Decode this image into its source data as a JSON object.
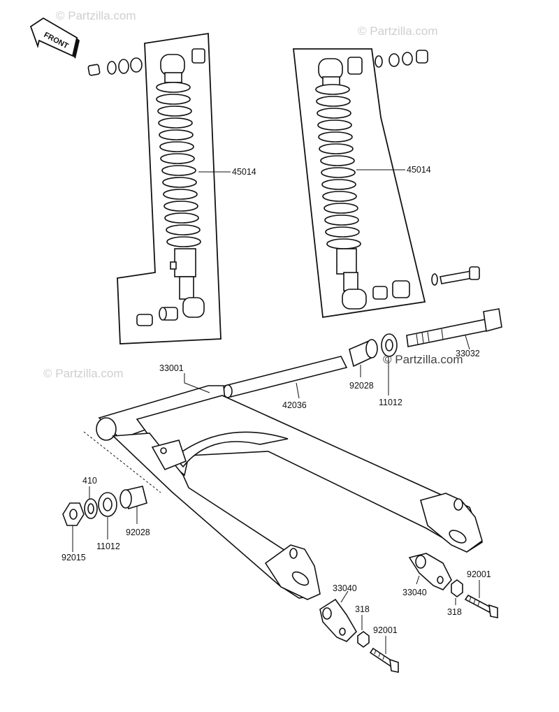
{
  "watermark": "© Partzilla.com",
  "front_label": "FRONT",
  "labels": {
    "shock_left": "45014",
    "shock_right": "45014",
    "swingarm": "33001",
    "pivot_sleeve": "42036",
    "bush_right": "92028",
    "washer_right": "11012",
    "pivot_shaft": "33032",
    "washer_left_top": "410",
    "washer_left": "11012",
    "bush_left": "92028",
    "nut_left": "92015",
    "adjuster_left": "33040",
    "nut_318_left": "318",
    "bolt_left": "92001",
    "adjuster_right": "33040",
    "nut_318_right": "318",
    "bolt_right": "92001"
  }
}
